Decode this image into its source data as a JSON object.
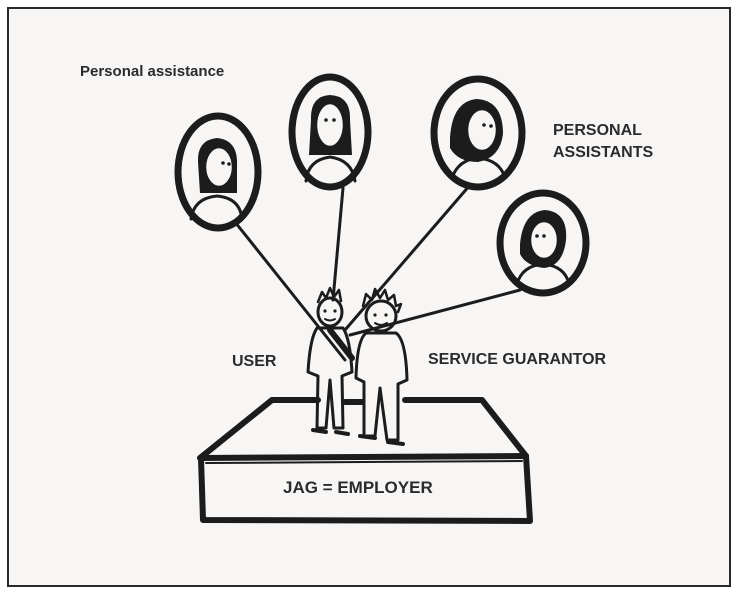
{
  "labels": {
    "personal_assistance": "Personal assistance",
    "personal_assistants_line1": "PERSONAL",
    "personal_assistants_line2": "ASSISTANTS",
    "user": "USER",
    "service_guarantor": "SERVICE GUARANTOR",
    "base": "JAG = EMPLOYER"
  },
  "colors": {
    "ink": "#1c1c1c",
    "paper": "#f7f6f4",
    "text": "#2b2b2b"
  }
}
